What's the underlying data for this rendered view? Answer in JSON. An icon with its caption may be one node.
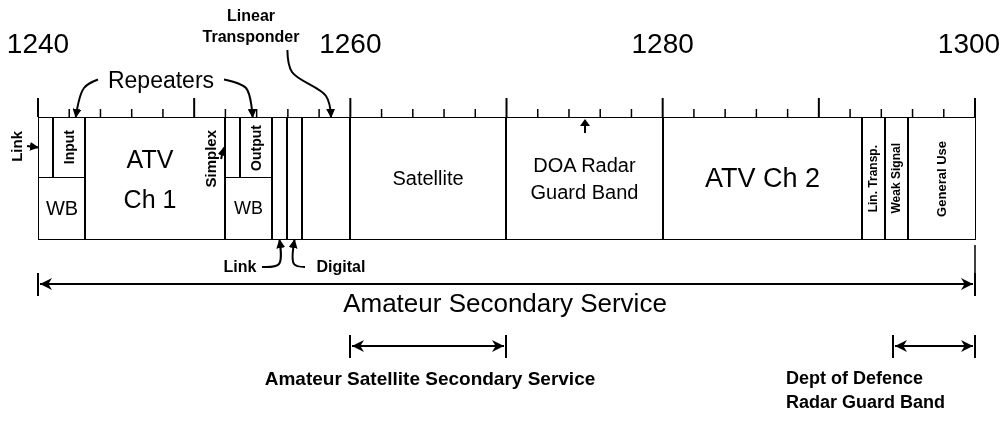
{
  "diagram": {
    "nodes": [
      {
        "text": [],
        "shape": "box"
      },
      {
        "text": [
          "Input"
        ]
      },
      {
        "text": [
          "WB"
        ]
      },
      {
        "text": [
          "ATV Ch 1"
        ]
      },
      {
        "text": [],
        "shape": "box"
      },
      {
        "text": [
          "Output"
        ]
      },
      {
        "text": [
          "WB"
        ]
      },
      {
        "text": [],
        "shape": "box"
      },
      {
        "text": [],
        "shape": "box"
      },
      {
        "text": [],
        "shape": "box"
      },
      {
        "text": [
          "Satellite"
        ]
      },
      {
        "text": [
          "DOA Radar Guard Band"
        ]
      },
      {
        "text": [
          "ATV Ch 2"
        ]
      },
      {
        "text": [
          "Lin. Transp."
        ]
      },
      {
        "text": [
          "Weak Signal"
        ]
      },
      {
        "text": [
          "General Use"
        ]
      },
      {
        "text": [
          "Link"
        ]
      },
      {
        "text": [
          "Simplex"
        ],
        "in": 3
      },
      {
        "text": [
          "Repeaters"
        ]
      },
      {
        "text": [
          "Linear Transponder"
        ]
      },
      {
        "text": [
          "Link"
        ]
      },
      {
        "text": [
          "Digital"
        ]
      }
    ],
    "edges": [
      {
        "from": 16,
        "to": 0,
        "arrow": "to"
      },
      {
        "from": 17,
        "to": 4,
        "arrow": "to"
      },
      {
        "from": 18,
        "to": 1,
        "arrow": "to"
      },
      {
        "from": 18,
        "to": 5,
        "arrow": "to"
      },
      {
        "from": 19,
        "to": 9,
        "arrow": "to"
      },
      {
        "from": 20,
        "to": 7,
        "arrow": "to"
      },
      {
        "from": 21,
        "to": 8,
        "arrow": "to"
      }
    ],
    "labels": [
      "1240",
      "1260",
      "1280",
      "1300",
      "Amateur Secondary Service",
      "Amateur Satellite Secondary Service",
      "Dept of Defence Radar Guard Band"
    ]
  }
}
